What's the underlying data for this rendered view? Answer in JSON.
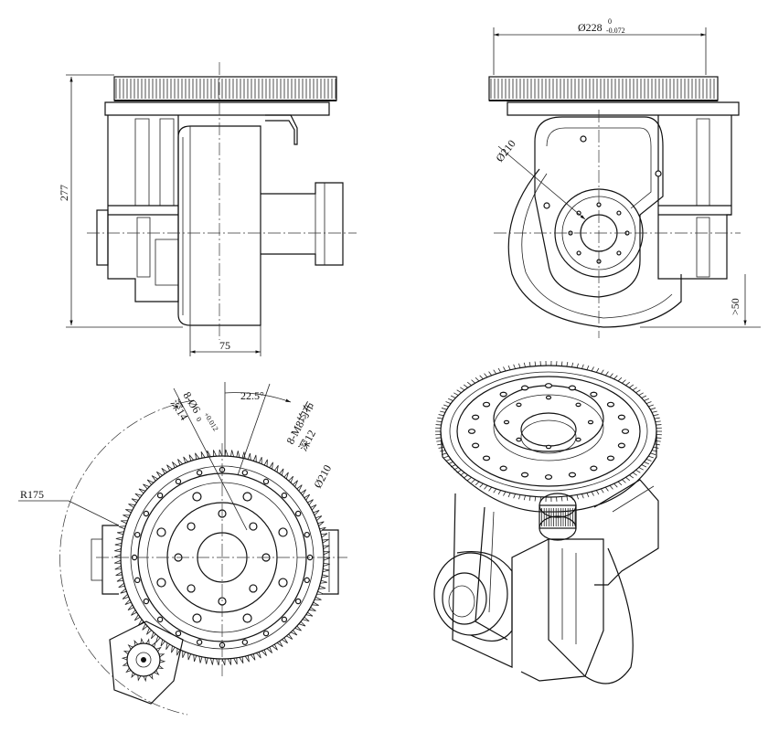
{
  "dimensions": {
    "overall_diameter": "Ø228",
    "tolerance_upper": "0",
    "tolerance_lower": "-0.072",
    "height": "277",
    "width": "75",
    "side_clearance": ">50",
    "bore_diameter": "Ø210",
    "angle": "22.5°",
    "pin_holes": "8-Ø6",
    "pin_tol_upper": "+0.012",
    "pin_tol_lower": "0",
    "pin_depth": "深14",
    "thread_holes": "8-M8均布",
    "thread_depth": "深12",
    "bolt_circle": "Ø210",
    "radius": "R175"
  }
}
